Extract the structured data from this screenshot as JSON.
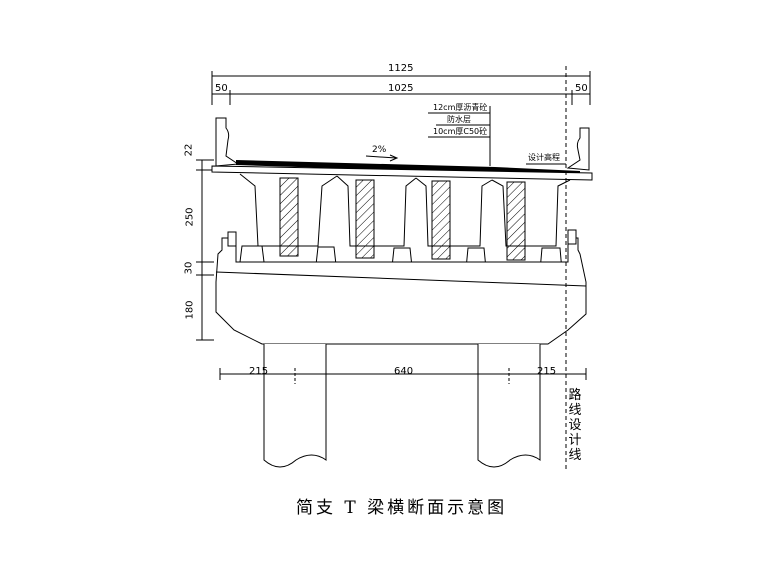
{
  "caption": "简支 T 梁横断面示意图",
  "dimensions": {
    "total_width": "1125",
    "left_margin": "50",
    "deck_width": "1025",
    "right_margin": "50",
    "deck_thickness": "22",
    "girder_height": "250",
    "bearing_height": "30",
    "cap_height": "180",
    "left_pier_offset": "215",
    "pier_spacing": "640",
    "right_pier_offset": "215"
  },
  "annotations": {
    "asphalt": "12cm厚沥青砼",
    "waterproof": "防水层",
    "concrete": "10cm厚C50砼",
    "slope": "2%",
    "design_elevation": "设计高程",
    "route_line": "路线设计线"
  }
}
